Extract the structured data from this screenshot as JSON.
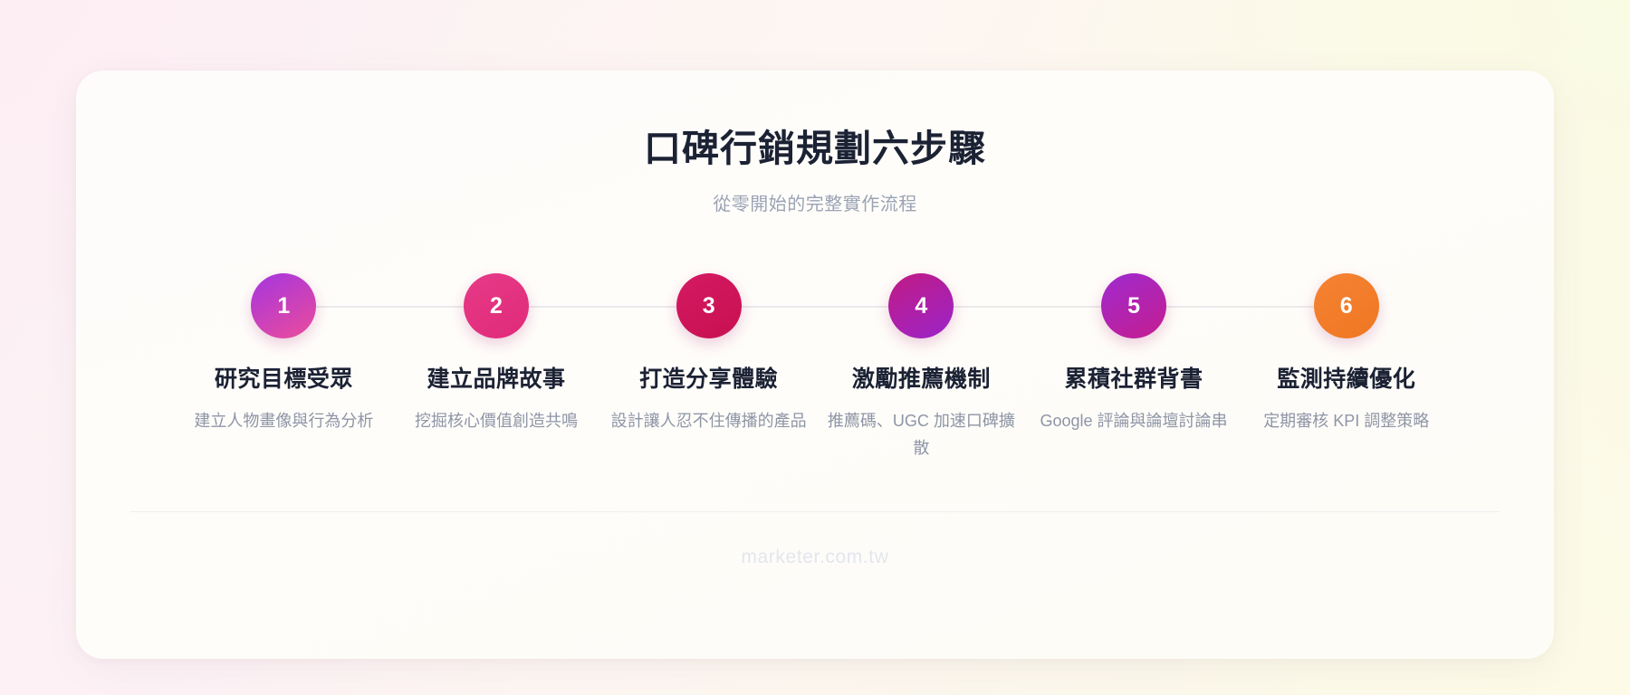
{
  "header": {
    "title": "口碑行銷規劃六步驟",
    "subtitle": "從零開始的完整實作流程"
  },
  "timeline": {
    "track_color": "#ebe9ec",
    "steps": [
      {
        "number": "1",
        "title": "研究目標受眾",
        "desc": "建立人物畫像與行為分析",
        "color_start": "#a435e0",
        "color_end": "#ec4c9a"
      },
      {
        "number": "2",
        "title": "建立品牌故事",
        "desc": "挖掘核心價值創造共鳴",
        "color_start": "#e63a88",
        "color_end": "#e02a78"
      },
      {
        "number": "3",
        "title": "打造分享體驗",
        "desc": "設計讓人忍不住傳播的產品",
        "color_start": "#d41a63",
        "color_end": "#c8104f"
      },
      {
        "number": "4",
        "title": "激勵推薦機制",
        "desc": "推薦碼、UGC 加速口碑擴散",
        "color_start": "#c11b84",
        "color_end": "#9b24c9"
      },
      {
        "number": "5",
        "title": "累積社群背書",
        "desc": "Google 評論與論壇討論串",
        "color_start": "#9f2ad0",
        "color_end": "#c51d8e"
      },
      {
        "number": "6",
        "title": "監測持續優化",
        "desc": "定期審核 KPI 調整策略",
        "color_start": "#f58233",
        "color_end": "#ef7722"
      }
    ]
  },
  "footer": {
    "watermark": "marketer.com.tw"
  },
  "theme": {
    "title_color": "#1b2234",
    "subtitle_color": "#9aa3b4",
    "desc_color": "#8d95a6",
    "watermark_color": "#e2e6ee",
    "card_bg": "#fffdfa"
  }
}
